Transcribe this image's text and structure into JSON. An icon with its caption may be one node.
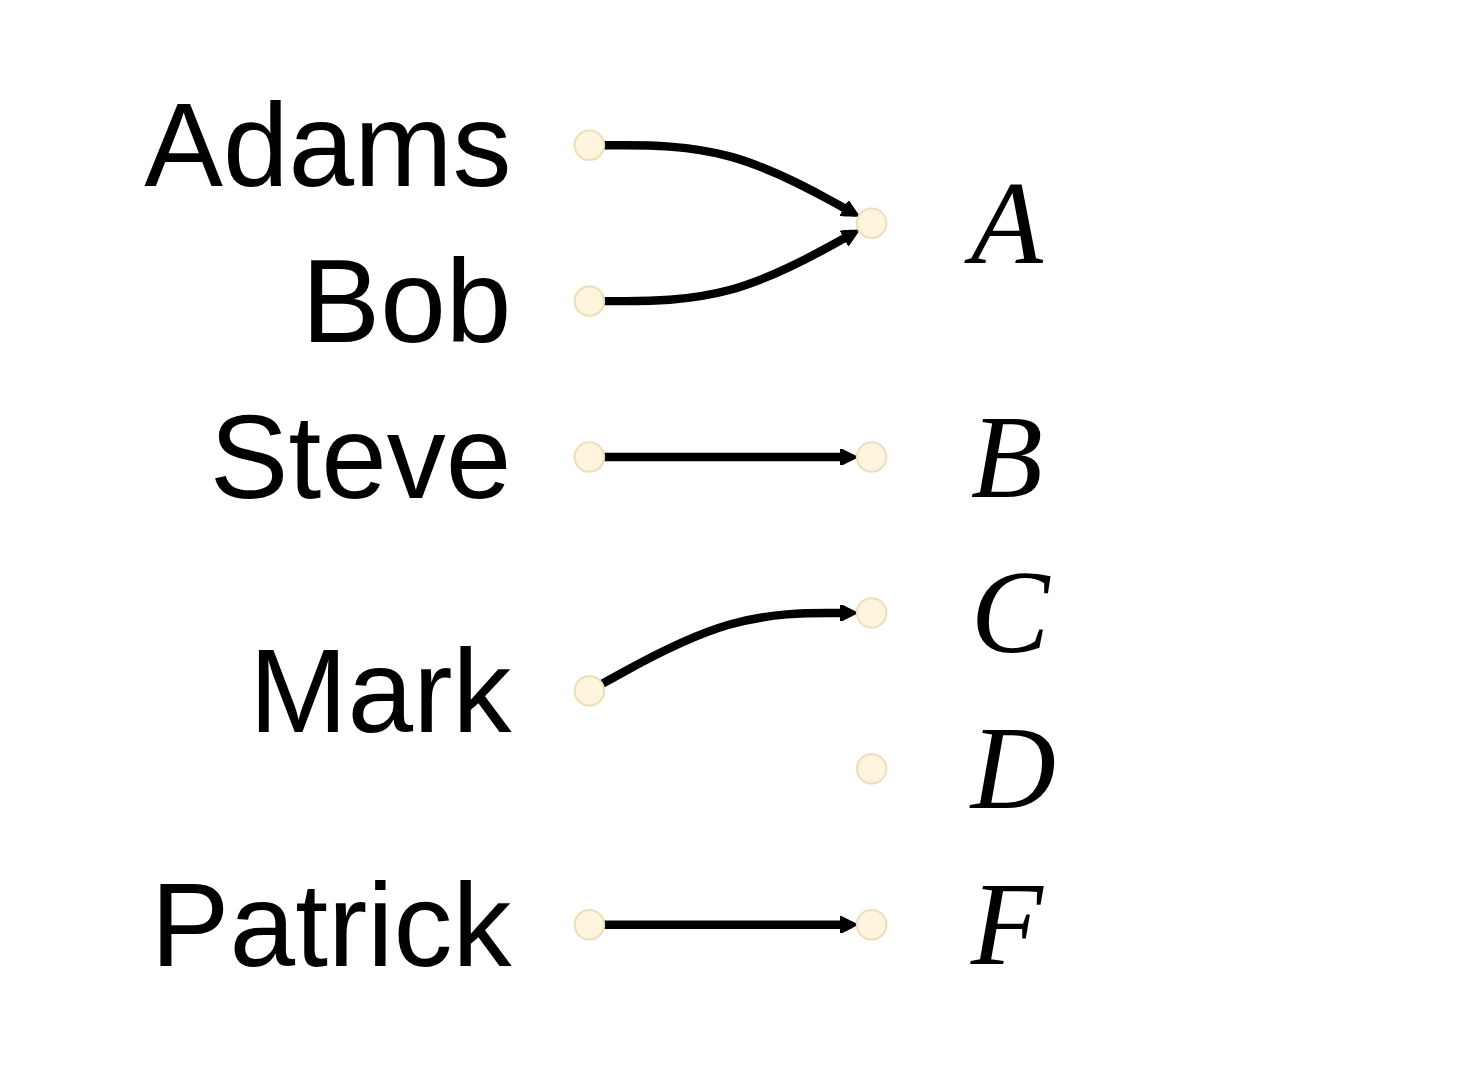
{
  "diagram": {
    "nodes": [
      {
        "text": [],
        "shape": "circle",
        "beside": [
          "Adams"
        ]
      },
      {
        "text": [],
        "shape": "circle",
        "beside": [
          "A"
        ]
      },
      {
        "text": [],
        "shape": "circle",
        "beside": [
          "Bob"
        ]
      },
      {
        "text": [],
        "shape": "circle",
        "beside": [
          "B"
        ]
      },
      {
        "text": [],
        "shape": "circle",
        "beside": [
          "Steve"
        ]
      },
      {
        "text": [],
        "shape": "circle",
        "beside": [
          "C"
        ]
      },
      {
        "text": [],
        "shape": "circle",
        "beside": [
          "Mark"
        ]
      },
      {
        "text": [],
        "shape": "circle",
        "beside": [
          "D"
        ]
      },
      {
        "text": [],
        "shape": "circle",
        "beside": [
          "Patrick"
        ]
      },
      {
        "text": [],
        "shape": "circle",
        "beside": [
          "F"
        ]
      }
    ],
    "edges": [
      {
        "from": 0,
        "to": 1,
        "arrow": "to"
      },
      {
        "from": 2,
        "to": 1,
        "arrow": "to"
      },
      {
        "from": 4,
        "to": 3,
        "arrow": "to"
      },
      {
        "from": 6,
        "to": 5,
        "arrow": "to"
      },
      {
        "from": 8,
        "to": 9,
        "arrow": "to"
      }
    ]
  }
}
